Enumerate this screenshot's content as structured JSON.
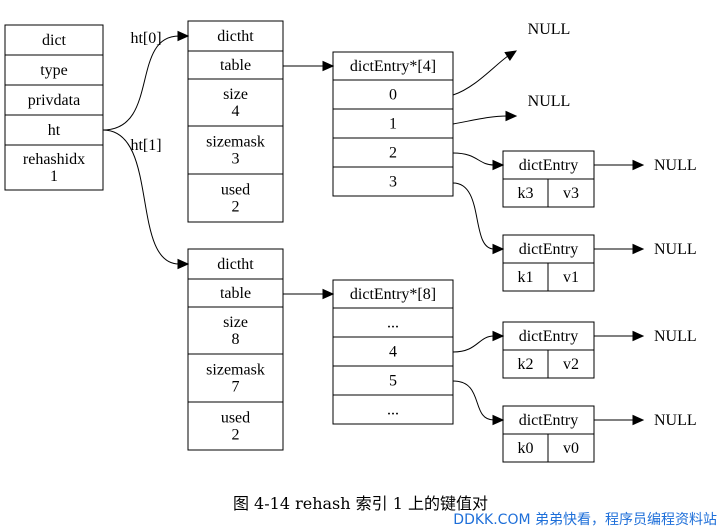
{
  "dict": {
    "title": "dict",
    "fields": [
      "type",
      "privdata",
      "ht",
      "rehashidx\n1"
    ]
  },
  "edge_labels": {
    "ht0": "ht[0]",
    "ht1": "ht[1]"
  },
  "ht0": {
    "title": "dictht",
    "fields": [
      "table",
      "size\n4",
      "sizemask\n3",
      "used\n2"
    ],
    "array": {
      "title": "dictEntry*[4]",
      "slots": [
        "0",
        "1",
        "2",
        "3"
      ]
    }
  },
  "ht1": {
    "title": "dictht",
    "fields": [
      "table",
      "size\n8",
      "sizemask\n7",
      "used\n2"
    ],
    "array": {
      "title": "dictEntry*[8]",
      "slots": [
        "...",
        "4",
        "5",
        "..."
      ]
    }
  },
  "entry_title": "dictEntry",
  "entries": [
    {
      "key": "k3",
      "value": "v3"
    },
    {
      "key": "k1",
      "value": "v1"
    },
    {
      "key": "k2",
      "value": "v2"
    },
    {
      "key": "k0",
      "value": "v0"
    }
  ],
  "null_label": "NULL",
  "caption": "图 4-14    rehash 索引 1 上的键值对",
  "watermark": "DDKK.COM 弟弟快看，程序员编程资料站",
  "colors": {
    "line": "#000000",
    "watermark": "#1e6fd9"
  }
}
